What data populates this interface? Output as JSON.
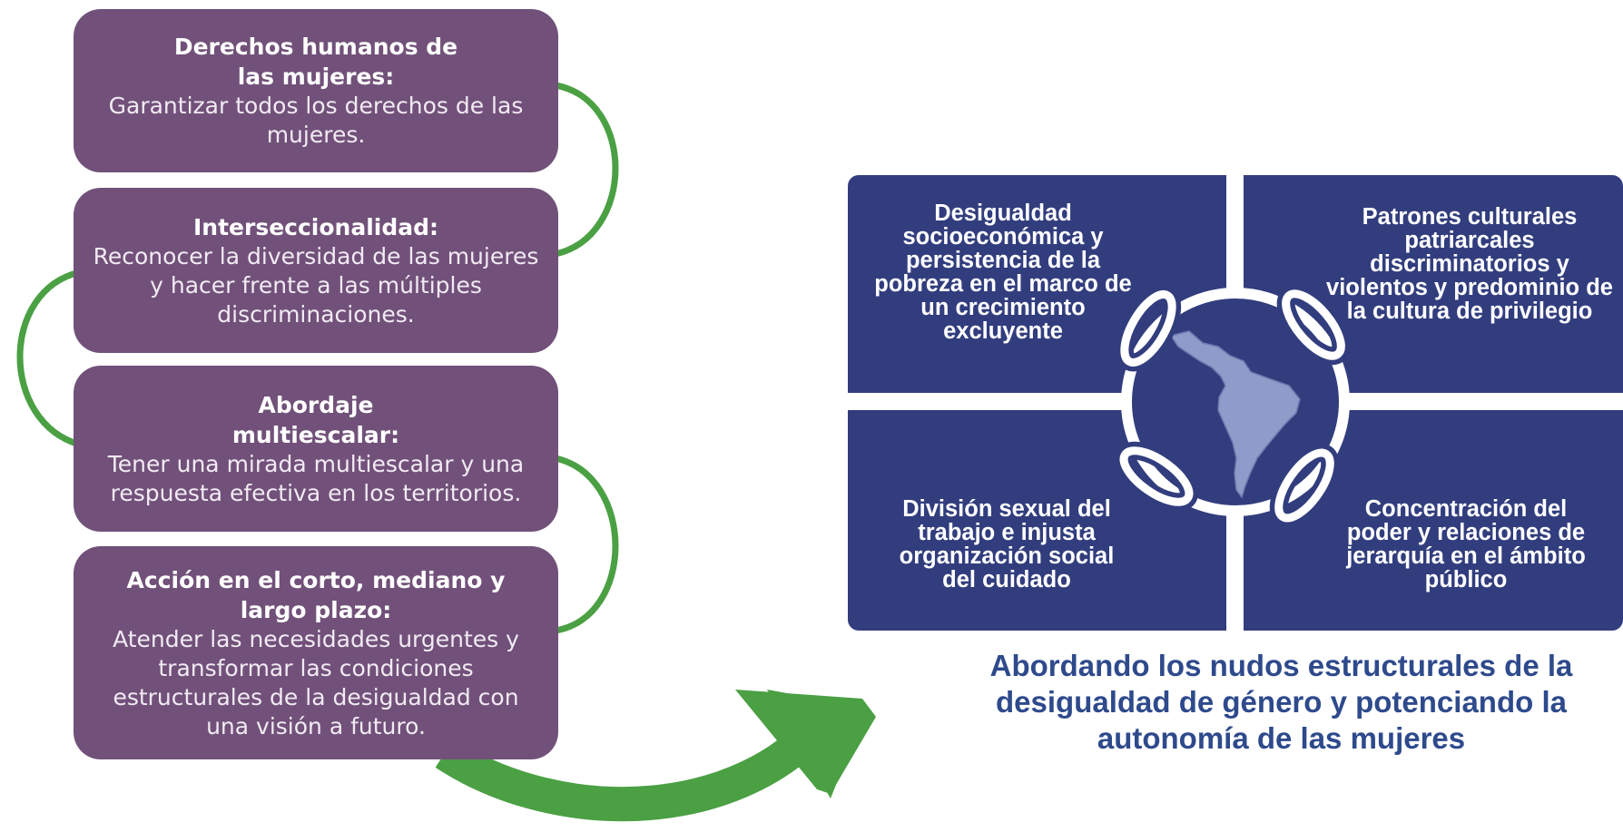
{
  "principles": [
    {
      "title": "Derechos humanos de las mujeres:",
      "body": "Garantizar todos los derechos de las mujeres."
    },
    {
      "title": "Interseccionalidad:",
      "body": "Reconocer la diversidad de las mujeres y hacer frente a las múltiples discriminaciones."
    },
    {
      "title": "Abordaje multiescalar:",
      "body": "Tener una mirada multiescalar y una respuesta efectiva en los territorios."
    },
    {
      "title": "Acción en el corto, mediano y largo plazo:",
      "body": "Atender las necesidades urgentes y transformar las condiciones estructurales de la desigualdad con una visión a futuro."
    }
  ],
  "knots": [
    {
      "text": "Desigualdad socioeconómica y persistencia de la pobreza en el marco de un crecimiento excluyente"
    },
    {
      "text": "Patrones culturales patriarcales discriminatorios y violentos y predominio de la cultura de privilegio"
    },
    {
      "text": "División sexual del trabajo e injusta organización social del cuidado"
    },
    {
      "text": "Concentración del poder y relaciones de jerarquía en el ámbito público"
    }
  ],
  "caption": {
    "line1": "Abordando los nudos estructurales de la",
    "line2": "desigualdad de género y potenciando la",
    "line3": "autonomía de las mujeres"
  },
  "colors": {
    "box": "#715179",
    "connector": "#4aa043",
    "quad": "#323d7e",
    "caption": "#2e4a8c",
    "chain": "#ffffff",
    "map": "#8f9bc8"
  },
  "icons": {
    "chain_links": "chain-link-icon",
    "map": "latin-america-map-icon",
    "arrow": "curved-arrow-icon"
  }
}
